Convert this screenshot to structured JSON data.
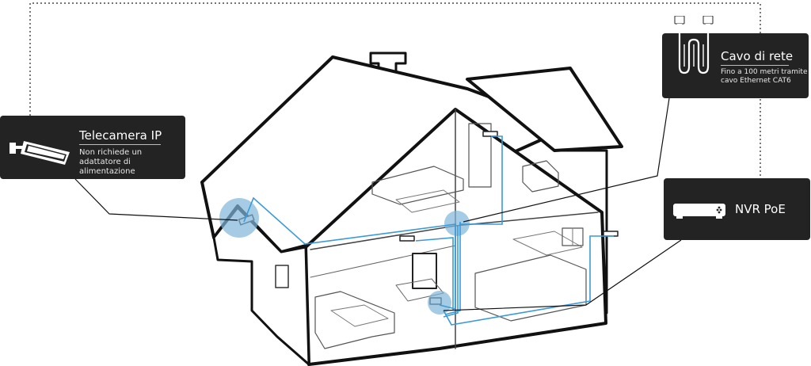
{
  "callouts": {
    "ip_camera": {
      "title": "Telecamera IP",
      "description": "Non richiede un adattatore di alimentazione",
      "icon": "security-camera-icon"
    },
    "cable": {
      "title": "Cavo di rete",
      "description": "Fino a 100 metri tramite cavo Ethernet CAT6",
      "icon": "ethernet-cable-icon"
    },
    "nvr": {
      "title": "NVR PoE",
      "icon": "nvr-recorder-icon"
    }
  },
  "colors": {
    "callout_bg": "#232323",
    "cable_line": "#3a9ad9",
    "highlight": "#7fb6d8",
    "outline": "#111111"
  }
}
